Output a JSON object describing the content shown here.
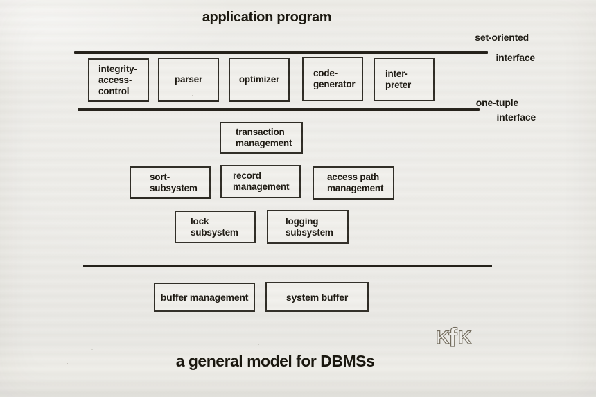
{
  "title": "application program",
  "interfaces": {
    "set_oriented": {
      "line1": "set-oriented",
      "line2": "interface"
    },
    "one_tuple": {
      "line1": "one-tuple",
      "line2": "interface"
    }
  },
  "components": {
    "integrity": "integrity-\naccess-\ncontrol",
    "parser": "parser",
    "optimizer": "optimizer",
    "code_generator": "code-\ngenerator",
    "interpreter": "inter-\npreter",
    "transaction": "transaction\nmanagement",
    "sort": "sort-\nsubsystem",
    "record": "record\nmanagement",
    "access_path": "access path\nmanagement",
    "lock": "lock\nsubsystem",
    "logging": "logging\nsubsystem",
    "buffer_mgmt": "buffer management",
    "system_buffer": "system buffer"
  },
  "footer": {
    "title": "a general model for DBMSs",
    "logo": {
      "k1": "K",
      "f": "f",
      "k2": "K"
    }
  },
  "colors": {
    "background": "#edece8",
    "ink": "#1d1a15",
    "box_border": "#2a2720",
    "thin_line": "#7e796d"
  }
}
